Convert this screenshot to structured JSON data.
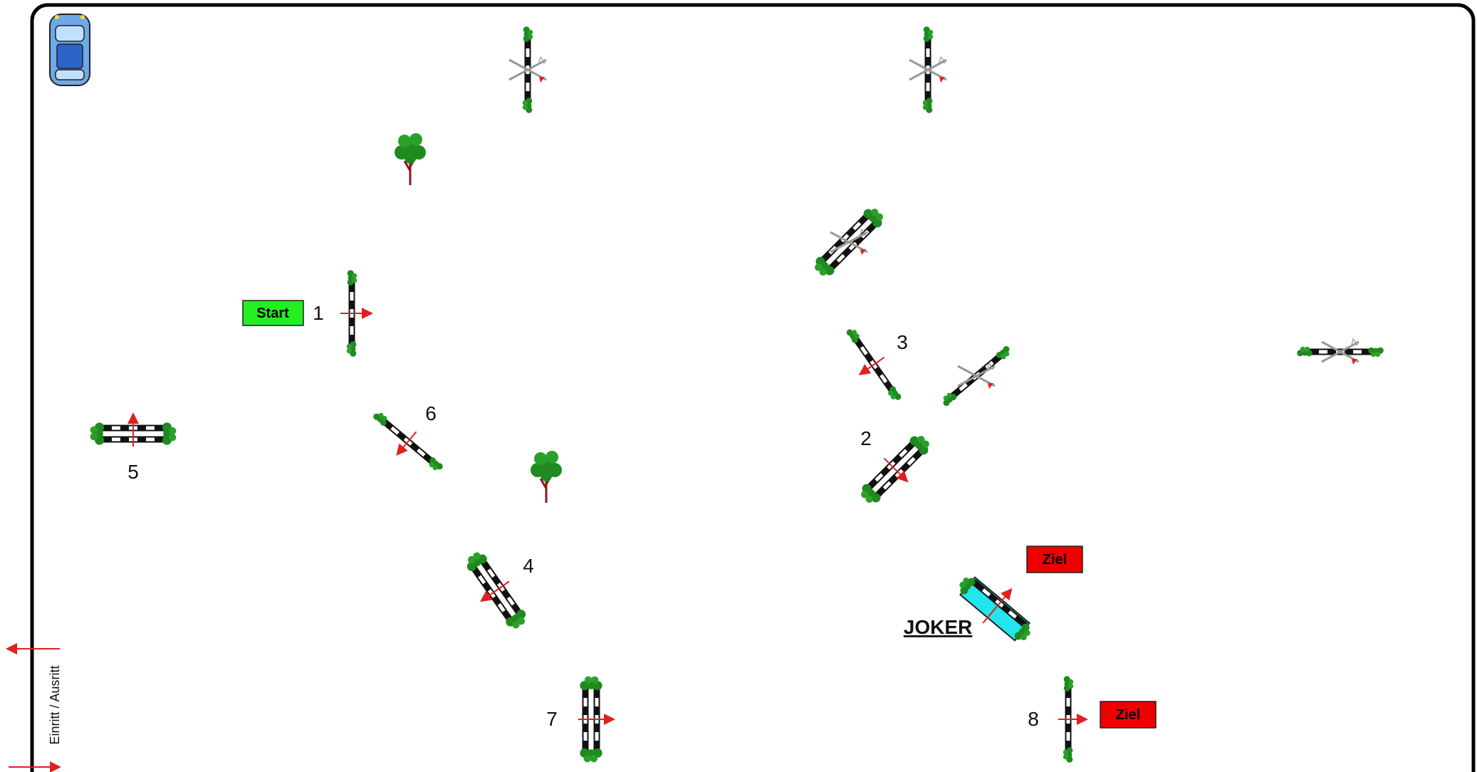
{
  "course": {
    "start_label": "Start",
    "finish_labels": [
      "Ziel",
      "Ziel"
    ],
    "joker_label": "JOKER",
    "entrance_label": "Einritt / Ausritt",
    "obstacle_numbers": [
      "1",
      "2",
      "3",
      "4",
      "5",
      "6",
      "7",
      "8"
    ]
  },
  "colors": {
    "start_box": "#22ee22",
    "finish_box": "#ee0000",
    "joker_fill": "#22e5ee",
    "arrow": "#e02020",
    "bush": "#1f8a1f",
    "tree_trunk": "#8b1a1a",
    "border": "#000000"
  },
  "icons": [
    "car-icon",
    "tree-icon",
    "bush-icon",
    "arrow-icon",
    "crossed-pole-icon"
  ]
}
